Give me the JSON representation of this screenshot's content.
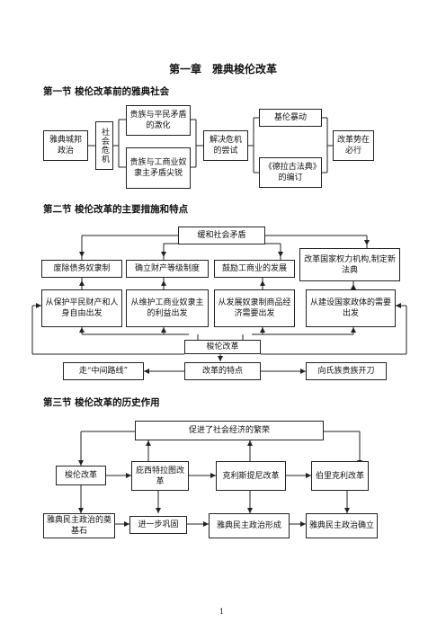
{
  "chapter_title": "第一章　雅典梭伦改革",
  "s1": {
    "heading": "第一节  梭伦改革前的雅典社会",
    "polis": "雅典城邦政治",
    "crisis": "社会危机",
    "conflict1": "贵族与平民矛盾的激化",
    "conflict2": "贵族与工商业奴隶主矛盾尖锐",
    "attempt": "解决危机的尝试",
    "riot": "基伦暴动",
    "draco": "《德拉古法典》的编订",
    "result": "改革势在必行"
  },
  "s2": {
    "heading": "第二节  梭伦改革的主要措施和特点",
    "top": "缓和社会矛盾",
    "measures": [
      "废除债务奴隶制",
      "确立财产等级制度",
      "鼓励工商业的发展",
      "改革国家权力机构,制定新法典"
    ],
    "reasons": [
      "从保护平民财产和人身自由出发",
      "从维护工商业奴隶主的利益出发",
      "从发展奴隶制商品经济需要出发",
      "从建设国家政体的需要出发"
    ],
    "center": "梭伦改革",
    "left": "走“中间路线”",
    "feature": "改革的特点",
    "right": "向氏族贵族开刀"
  },
  "s3": {
    "heading": "第三节  梭伦改革的历史作用",
    "top": "促进了社会经济的繁荣",
    "reforms": [
      "梭伦改革",
      "庇西特拉图改革",
      "克利斯提尼改革",
      "伯里克利改革"
    ],
    "effects": [
      "雅典民主政治的奠基石",
      "进一步巩固",
      "雅典民主政治形成",
      "雅典民主政治确立"
    ]
  },
  "page_number": "1"
}
